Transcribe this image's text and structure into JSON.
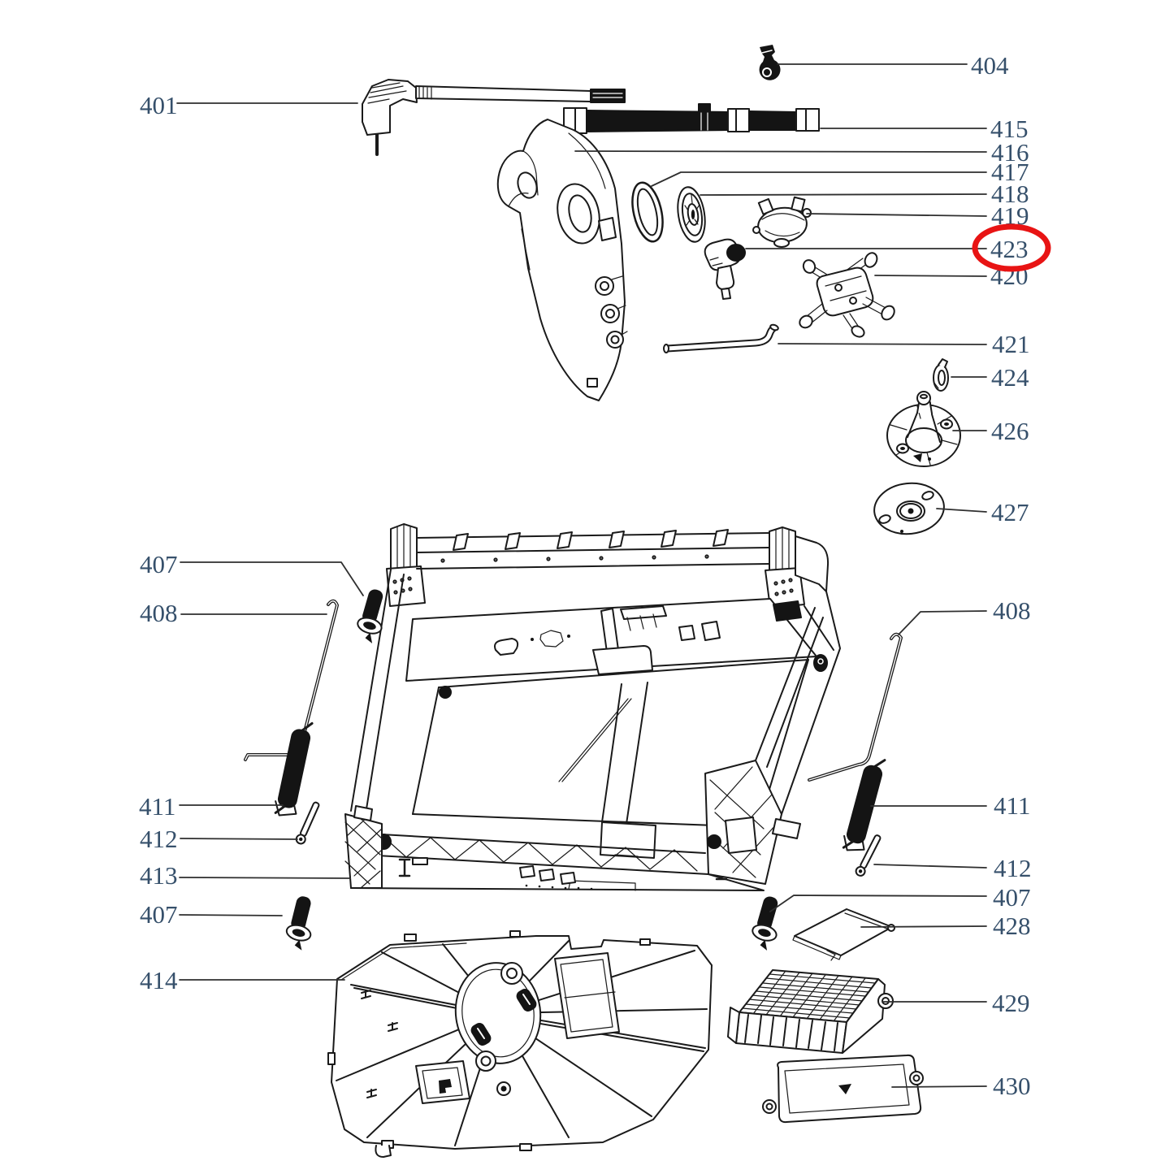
{
  "figure": {
    "kind": "exploded-parts-diagram",
    "highlighted_part": "423"
  },
  "colors": {
    "background": "#ffffff",
    "line": "#1a1a1a",
    "leader": "#2f2f2f",
    "label": "#36506b",
    "highlight": "#e81414"
  },
  "labels": {
    "n401": "401",
    "n404": "404",
    "n415": "415",
    "n416": "416",
    "n417": "417",
    "n418": "418",
    "n419": "419",
    "n423": "423",
    "n420": "420",
    "n421": "421",
    "n424": "424",
    "n426": "426",
    "n427": "427",
    "n407a": "407",
    "n408a": "408",
    "n411a": "411",
    "n412a": "412",
    "n413": "413",
    "n407b": "407",
    "n414": "414",
    "n408b": "408",
    "n411b": "411",
    "n412b": "412",
    "n407c": "407",
    "n428": "428",
    "n429": "429",
    "n430": "430"
  }
}
